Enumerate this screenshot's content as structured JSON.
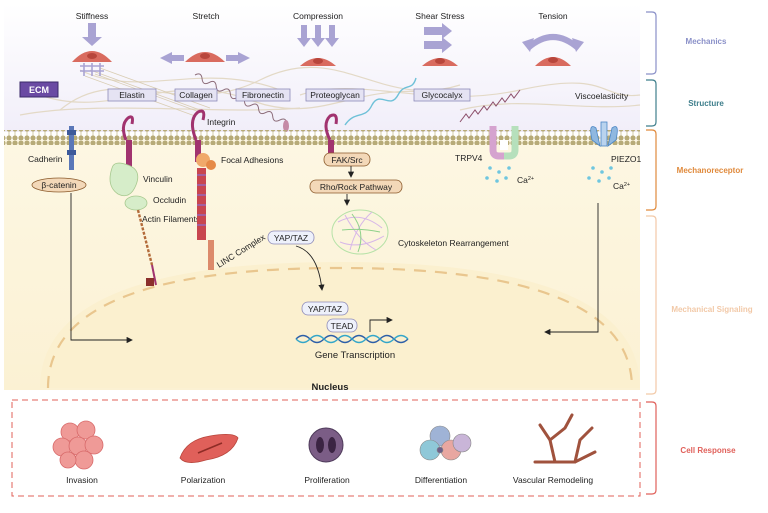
{
  "mechanics": {
    "stiffness": "Stiffness",
    "stretch": "Stretch",
    "compression": "Compression",
    "shear_stress": "Shear Stress",
    "tension": "Tension"
  },
  "structure": {
    "ecm": "ECM",
    "elastin": "Elastin",
    "collagen": "Collagen",
    "fibronectin": "Fibronectin",
    "proteoglycan": "Proteoglycan",
    "glycocalyx": "Glycocalyx",
    "viscoelasticity": "Viscoelasticity"
  },
  "receptors": {
    "cadherin": "Cadherin",
    "beta_catenin": "β-catenin",
    "vinculin": "Vinculin",
    "occludin": "Occludin",
    "actin_filaments": "Actin Filaments",
    "integrin": "Integrin",
    "focal_adhesions": "Focal Adhesions",
    "fak_src": "FAK/Src",
    "rho_rock": "Rho/Rock Pathway",
    "trpv4": "TRPV4",
    "piezo1": "PIEZO1",
    "ca_left": "Ca",
    "ca_right": "Ca",
    "ca_sup": "2+"
  },
  "signaling": {
    "yap_taz_cyto": "YAP/TAZ",
    "linc_complex": "LINC Complex",
    "cytoskeleton": "Cytoskeleton Rearrangement",
    "yap_taz_nuc": "YAP/TAZ",
    "tead": "TEAD",
    "gene_transcription": "Gene Transcription",
    "nucleus": "Nucleus"
  },
  "responses": {
    "invasion": "Invasion",
    "polarization": "Polarization",
    "proliferation": "Proliferation",
    "differentiation": "Differentiation",
    "vascular_remodeling": "Vascular Remodeling"
  },
  "sections": {
    "mechanics": "Mechanics",
    "structure": "Structure",
    "mechanoreceptor": "Mechanoreceptor",
    "mechanical_signaling": "Mechanical Signaling",
    "cell_response": "Cell Response"
  },
  "colors": {
    "mechanics": "#8a90c8",
    "structure": "#3f7f8c",
    "mechanoreceptor": "#e08a3c",
    "mechanical_signaling": "#f2c9a8",
    "cell_response": "#e0605a",
    "cell_red": "#d96b5f",
    "arrow_purple": "#a9a3d3",
    "receptor_magenta": "#a1336f",
    "membrane": "#b7ab78"
  }
}
